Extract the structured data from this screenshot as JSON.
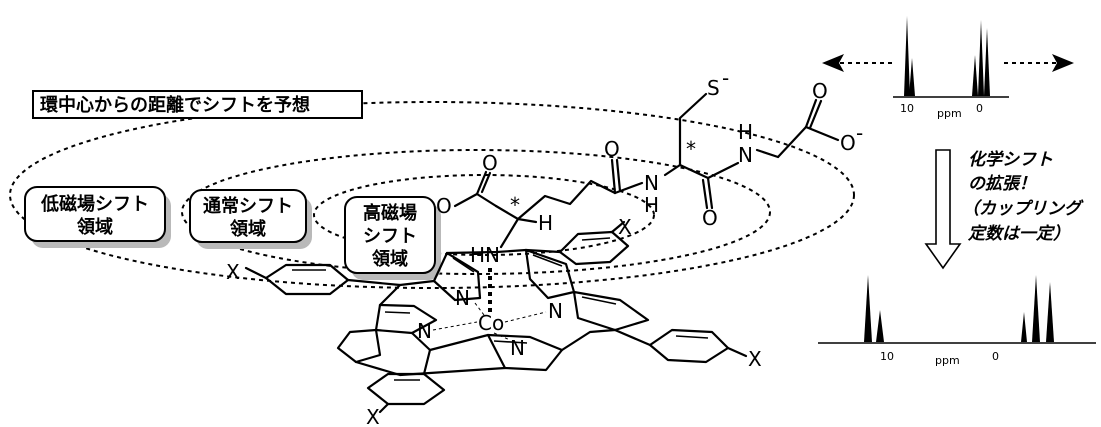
{
  "title": "環中心からの距離でシフトを予想",
  "regions": {
    "low_field": [
      "低磁場シフト",
      "領域"
    ],
    "normal": [
      "通常シフト",
      "領域"
    ],
    "high_field": [
      "高磁場",
      "シフト",
      "領域"
    ]
  },
  "annotation": [
    "化学シフト",
    "の拡張！",
    "（カップリング",
    "定数は一定）"
  ],
  "spectrum_top": {
    "tick_10": "10",
    "unit": "ppm",
    "tick_0": "0"
  },
  "spectrum_bottom": {
    "tick_10": "10",
    "unit": "ppm",
    "tick_0": "0"
  },
  "atoms": {
    "S": "S",
    "S_charge": "-",
    "O": "O",
    "O_charge": "-",
    "H": "H",
    "N": "N",
    "HN": "HN",
    "Co": "Co",
    "X": "X",
    "star": "*"
  }
}
